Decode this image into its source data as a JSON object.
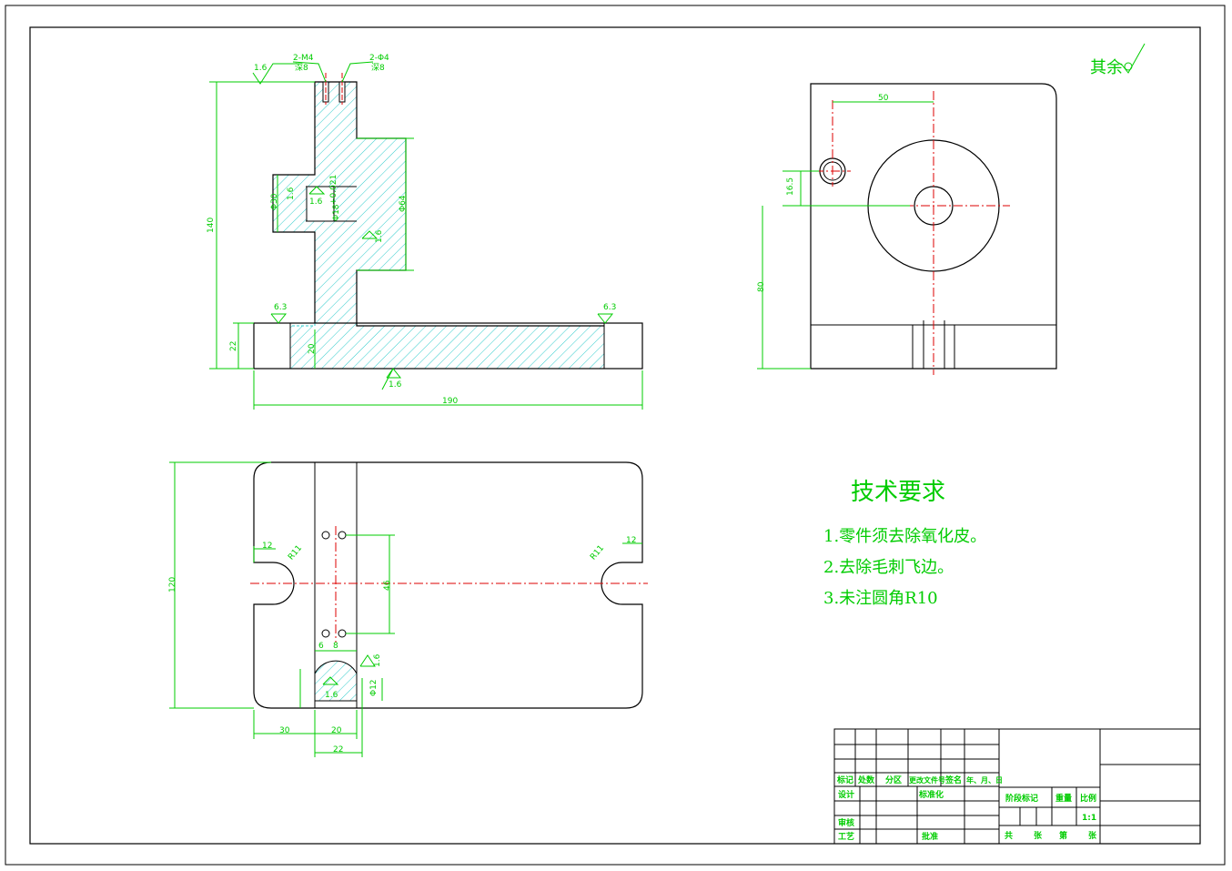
{
  "drawing": {
    "surface_note": "其余",
    "tech_requirements": {
      "title": "技术要求",
      "items": [
        "1.零件须去除氧化皮。",
        "2.去除毛刺飞边。",
        "3.未注圆角R10"
      ]
    },
    "front_view_dims": {
      "height_total": "140",
      "base_height": "22",
      "wall_thk": "20",
      "length": "190",
      "hole_top_left": "2-M4",
      "hole_top_left_sub": "深8",
      "hole_top_right": "2-Φ4",
      "hole_top_right_sub": "深8",
      "boss_dia": "Φ64",
      "bore_dia": "Φ30",
      "bore_inner": "Φ18",
      "bore_tol": "+0.021",
      "rough_16": "1.6",
      "rough_63": "6.3"
    },
    "side_view_dims": {
      "x_offset": "50",
      "y_offset": "16.5",
      "center_height": "80"
    },
    "top_view_dims": {
      "width": "120",
      "slot_w": "12",
      "radius": "R11",
      "hole_spacing": "46",
      "d6": "6",
      "d8": "8",
      "left_30": "30",
      "w20": "20",
      "w22": "22",
      "phi12": "Φ12"
    },
    "title_block": {
      "row_headers": [
        "标记",
        "处数",
        "分区",
        "更改文件号",
        "签名",
        "年、月、日"
      ],
      "design": "设计",
      "standard": "标准化",
      "review": "审核",
      "process": "工艺",
      "approve": "批准",
      "stage": "阶段标记",
      "weight": "重量",
      "scale": "比例",
      "scale_value": "1:1",
      "total": "共",
      "sheets": "张",
      "page": "第",
      "sheet2": "张"
    },
    "colors": {
      "outline": "#000000",
      "dimension": "#00cc00",
      "centerline": "#dd0000",
      "hatch": "#33cccc"
    }
  }
}
